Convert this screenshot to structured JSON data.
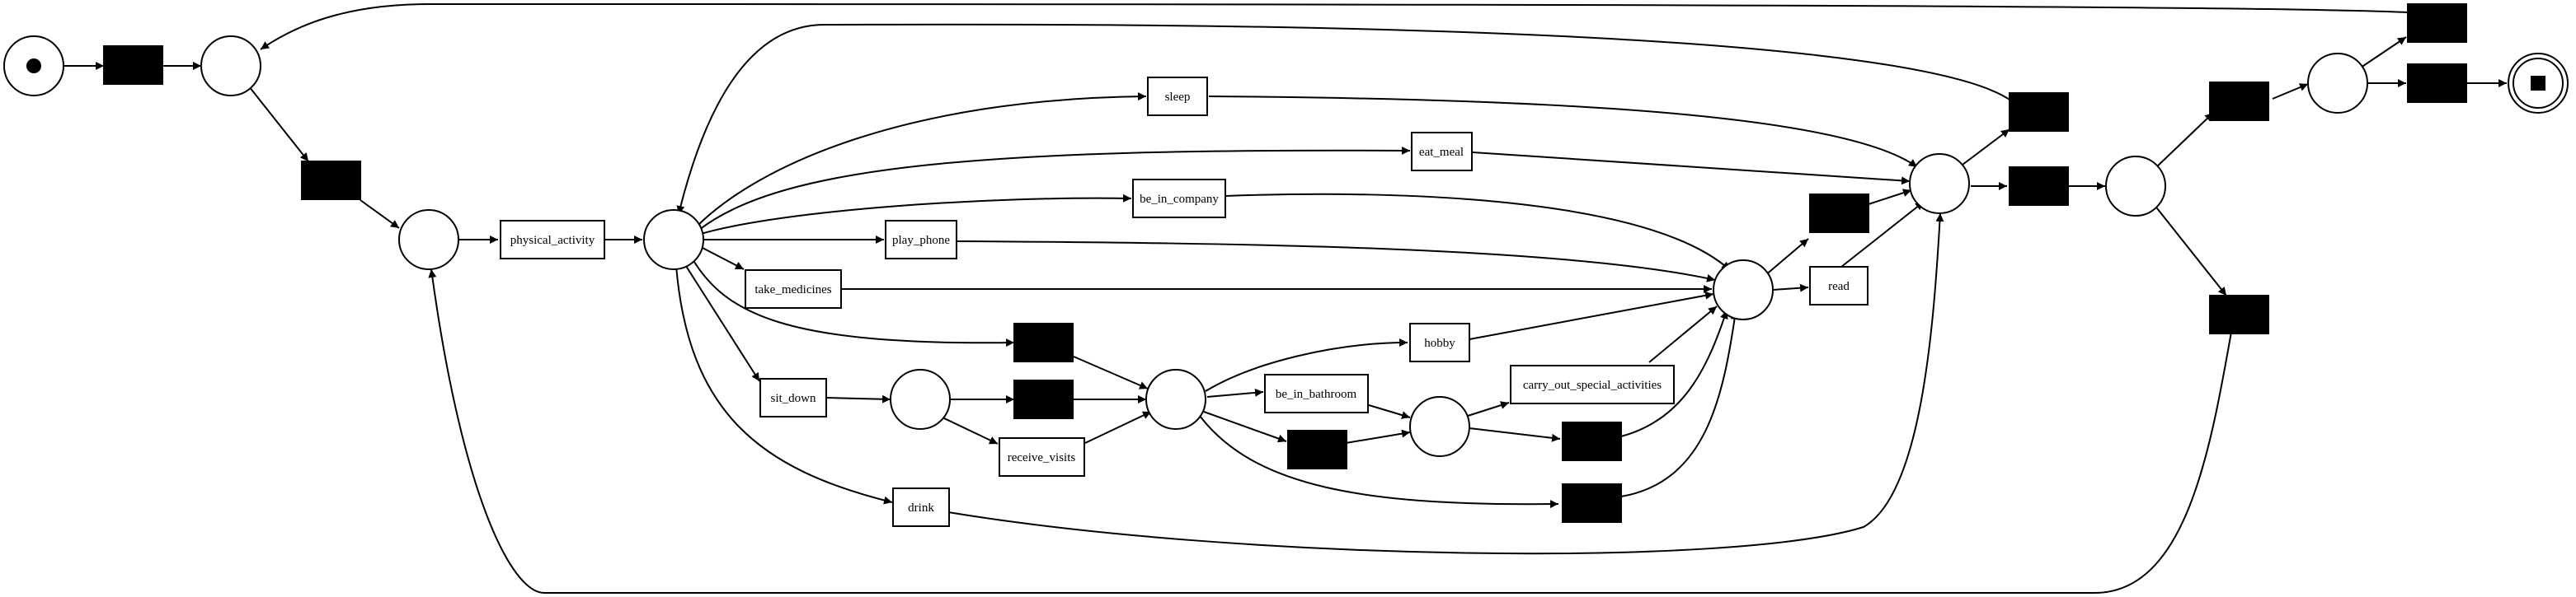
{
  "diagram": {
    "kind": "petri-net",
    "colors": {
      "stroke": "#000000",
      "silent_fill": "#000000",
      "background": "#ffffff"
    },
    "labels": {
      "physical_activity": "physical_activity",
      "sleep": "sleep",
      "eat_meal": "eat_meal",
      "be_in_company": "be_in_company",
      "play_phone": "play_phone",
      "take_medicines": "take_medicines",
      "hobby": "hobby",
      "sit_down": "sit_down",
      "receive_visits": "receive_visits",
      "be_in_bathroom": "be_in_bathroom",
      "carry_out_special_activities": "carry_out_special_activities",
      "drink": "drink",
      "read": "read"
    },
    "markers": {
      "start_place": "initial-token",
      "end_place": "final-marking"
    }
  }
}
